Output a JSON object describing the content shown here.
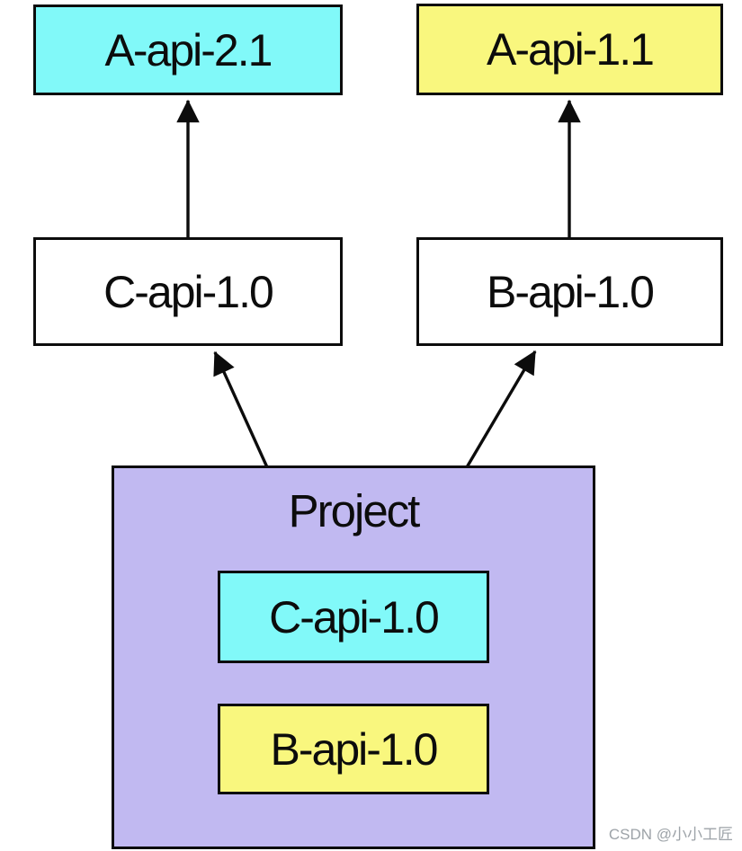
{
  "diagram": {
    "nodes": {
      "a_api_2_1": {
        "label": "A-api-2.1",
        "fill": "#81f9f9"
      },
      "a_api_1_1": {
        "label": "A-api-1.1",
        "fill": "#f9f77e"
      },
      "c_api_1_0": {
        "label": "C-api-1.0",
        "fill": "#ffffff"
      },
      "b_api_1_0": {
        "label": "B-api-1.0",
        "fill": "#ffffff"
      },
      "project": {
        "label": "Project",
        "fill": "#c1b9f1"
      },
      "project_c_api_1_0": {
        "label": "C-api-1.0",
        "fill": "#81f9f9"
      },
      "project_b_api_1_0": {
        "label": "B-api-1.0",
        "fill": "#f9f77e"
      }
    },
    "edges": [
      {
        "from": "C-api-1.0",
        "to": "A-api-2.1"
      },
      {
        "from": "B-api-1.0",
        "to": "A-api-1.1"
      },
      {
        "from": "Project",
        "to": "C-api-1.0"
      },
      {
        "from": "Project",
        "to": "B-api-1.0"
      }
    ],
    "style": {
      "border_color": "#0c0c0c",
      "arrow_color": "#0c0c0c"
    }
  },
  "watermark": {
    "text": "CSDN @小小工匠",
    "color": "#9da3a8"
  }
}
